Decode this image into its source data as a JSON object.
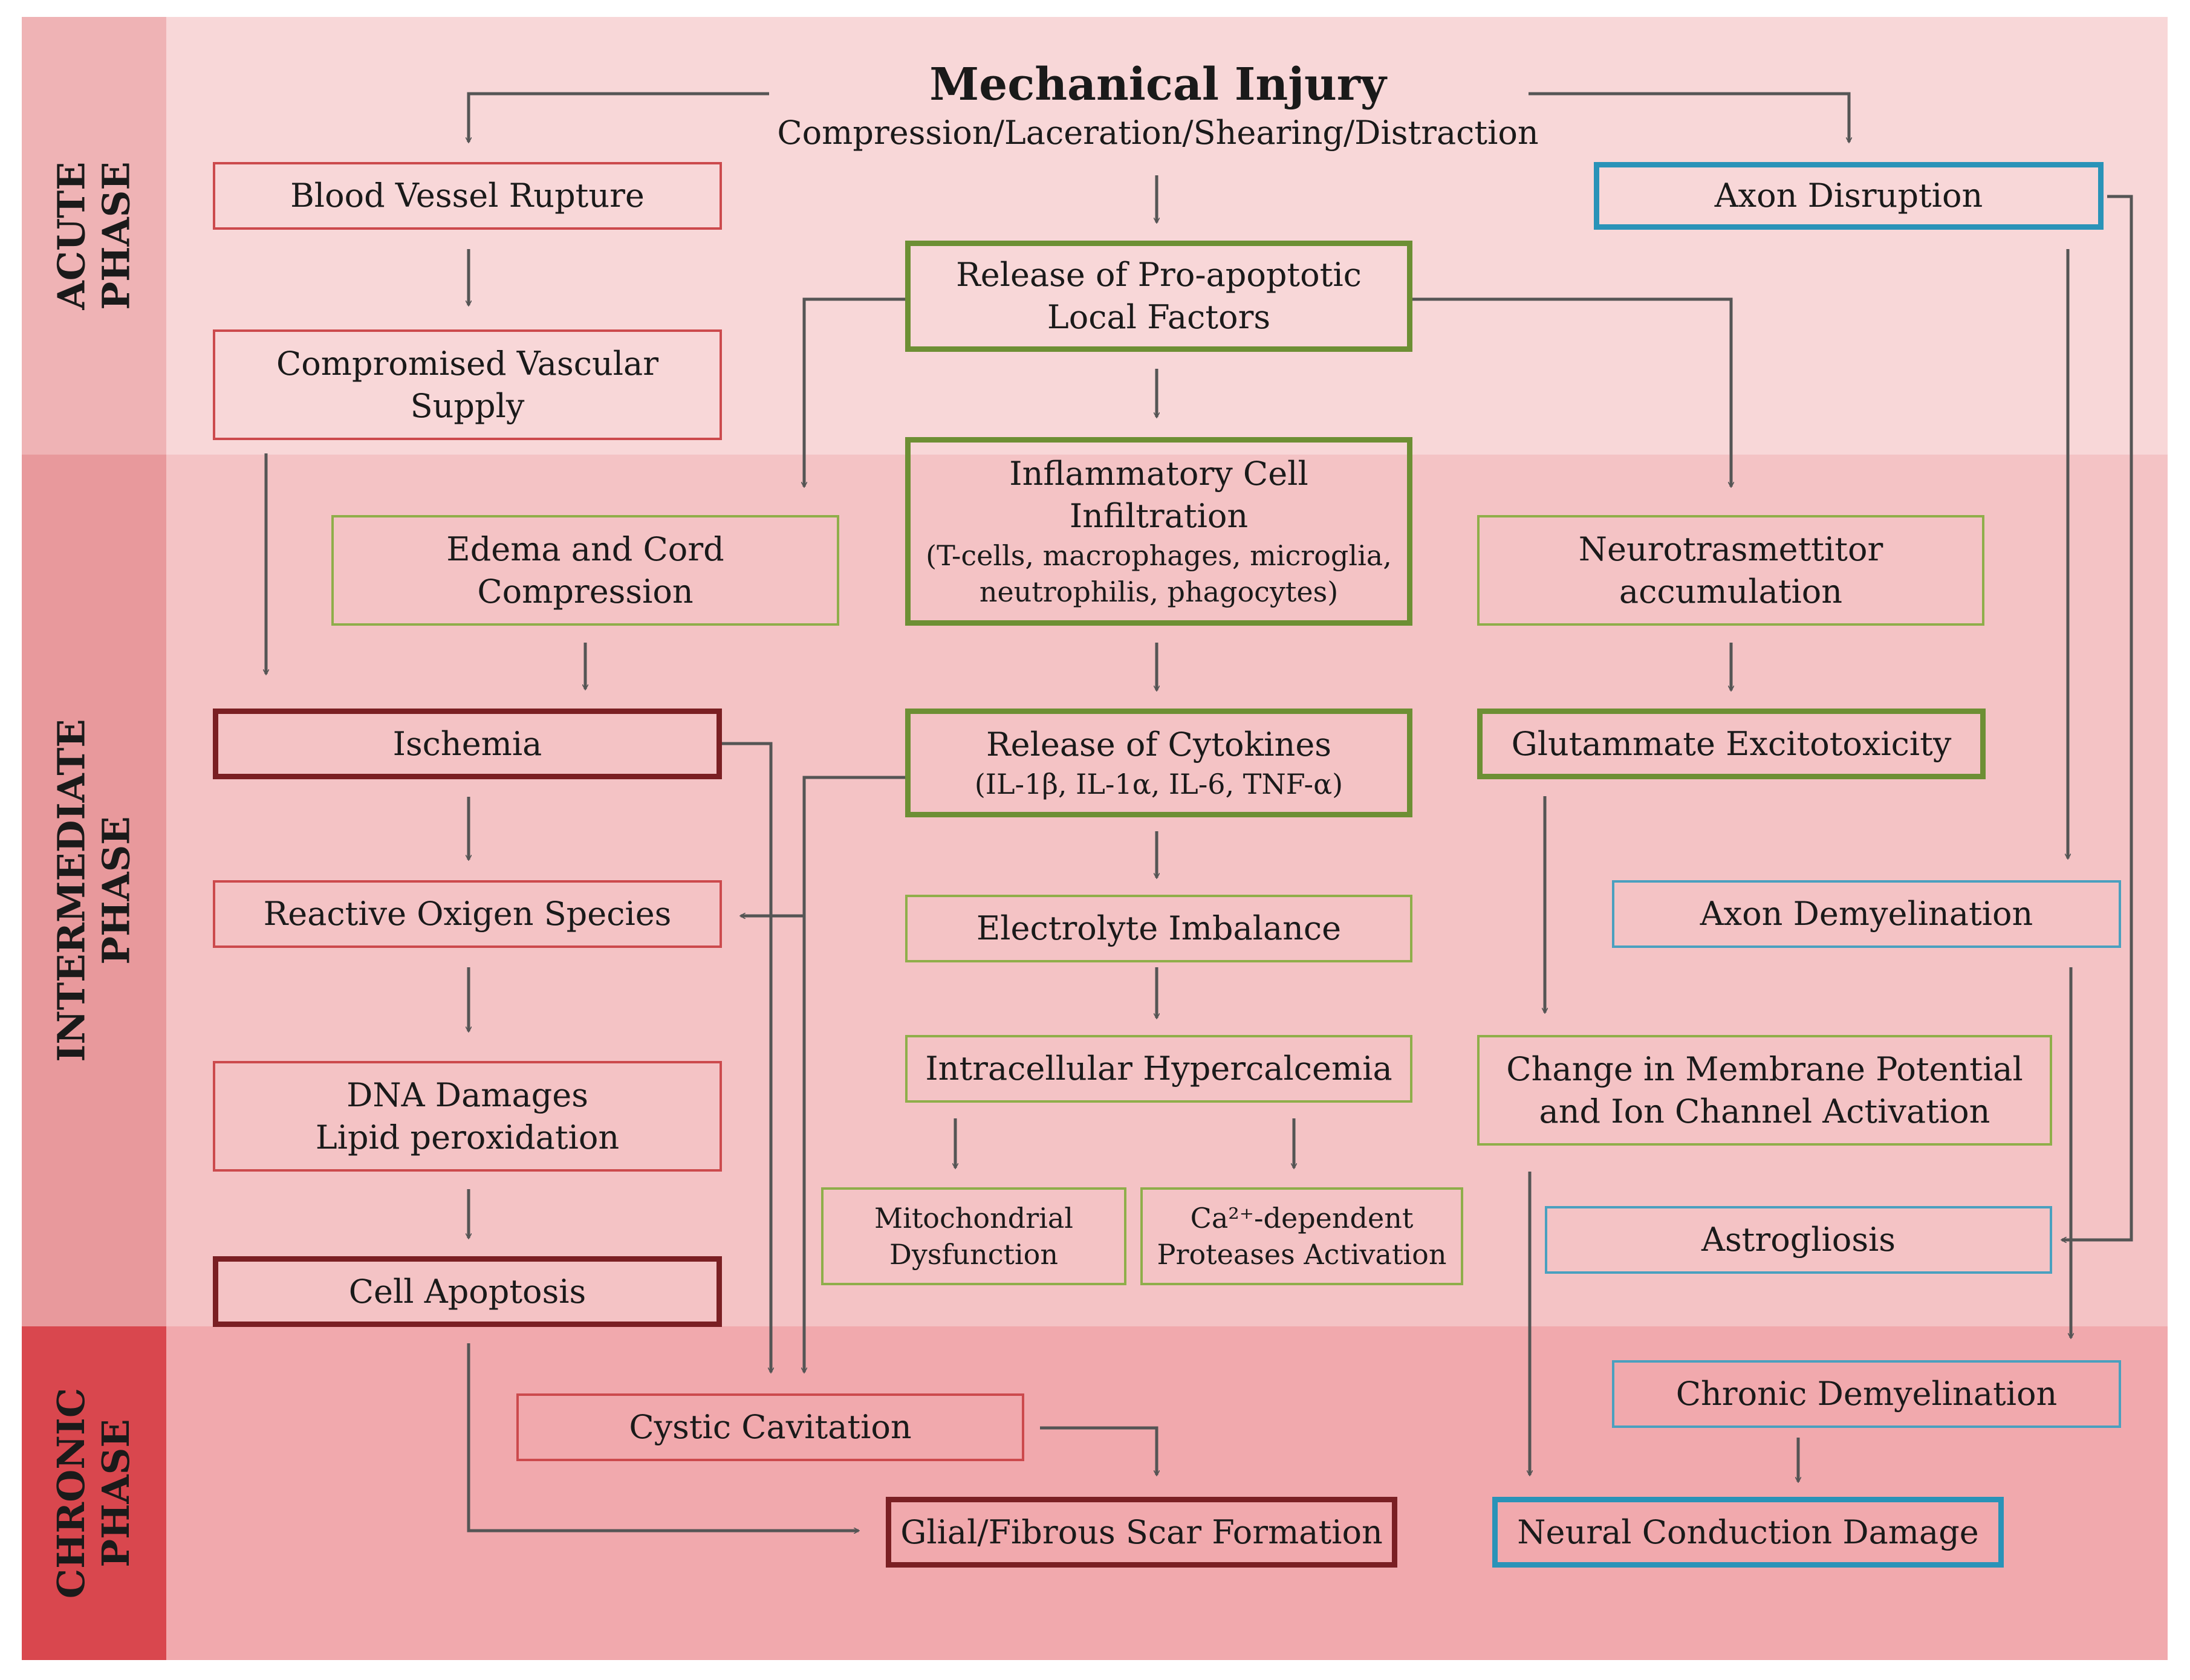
{
  "title": "Mechanical Injury",
  "subtitle": "Compression/Laceration/Shearing/Distraction",
  "phases": {
    "acute": "ACUTE\nPHASE",
    "intermediate": "INTERMEDIATE\nPHASE",
    "chronic": "CHRONIC\nPHASE"
  },
  "boxes": {
    "blood_vessel_rupture": "Blood Vessel Rupture",
    "compromised_vascular": [
      "Compromised Vascular",
      "Supply"
    ],
    "pro_apoptotic": [
      "Release of Pro-apoptotic",
      "Local Factors"
    ],
    "axon_disruption": "Axon Disruption",
    "inflammatory": [
      "Inflammatory Cell",
      "Infiltration",
      "(T-cells, macrophages, microglia,",
      "neutrophilis, phagocytes)"
    ],
    "edema": [
      "Edema and Cord",
      "Compression"
    ],
    "neurotransmitter": [
      "Neurotrasmettitor",
      "accumulation"
    ],
    "ischemia": "Ischemia",
    "cytokines": [
      "Release of Cytokines",
      "(IL-1β, IL-1α, IL-6, TNF-α)"
    ],
    "glutamate": "Glutammate Excitotoxicity",
    "ros": "Reactive Oxigen Species",
    "electrolyte": "Electrolyte Imbalance",
    "axon_demyelination": "Axon Demyelination",
    "dna_damage": [
      "DNA Damages",
      "Lipid peroxidation"
    ],
    "hypercalcemia": "Intracellular Hypercalcemia",
    "membrane_potential": [
      "Change in Membrane Potential",
      "and Ion Channel Activation"
    ],
    "mitochondrial": [
      "Mitochondrial",
      "Dysfunction"
    ],
    "ca_proteases": [
      "Ca²⁺-dependent",
      "Proteases Activation"
    ],
    "astrogliosis": "Astrogliosis",
    "cell_apoptosis": "Cell Apoptosis",
    "cystic_cavitation": "Cystic Cavitation",
    "chronic_demyelination": "Chronic Demyelination",
    "glial_scar": "Glial/Fibrous Scar Formation",
    "neural_conduction": "Neural Conduction Damage"
  },
  "colors": {
    "acute_band": "#f8d7d8",
    "intermediate_band": "#f4c3c5",
    "chronic_band": "#f1a9ad",
    "chronic_label": "#d9474e",
    "red_border": "#cc4a4d",
    "dark_red_border": "#7a1f23",
    "green_border": "#8fae4a",
    "blue_border": "#2a93b8",
    "arrow": "#555555"
  }
}
